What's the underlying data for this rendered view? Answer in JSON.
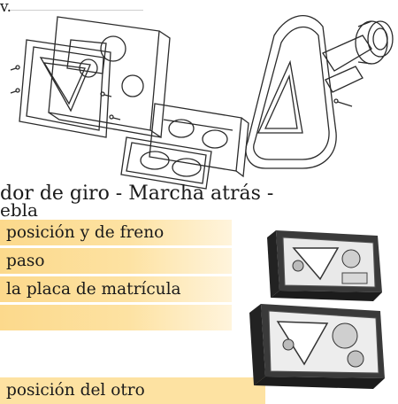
{
  "top_fragment": "v.",
  "heading": {
    "line1": "dor de giro - Marcha atrás -",
    "line2": "ebla"
  },
  "table_rows": [
    "posición y de freno",
    "paso",
    "la placa de matrícula",
    ""
  ],
  "bottom_fragment": "posición del otro",
  "icons": [
    "exploded-lamp-drawing-left",
    "exploded-lamp-drawing-right",
    "exploded-lamp-drawing-middle",
    "lamp-housing-photo-top",
    "lamp-housing-photo-bottom"
  ],
  "colors": {
    "row_fill": "#fde2a2",
    "line_art": "#2b2b2b"
  }
}
